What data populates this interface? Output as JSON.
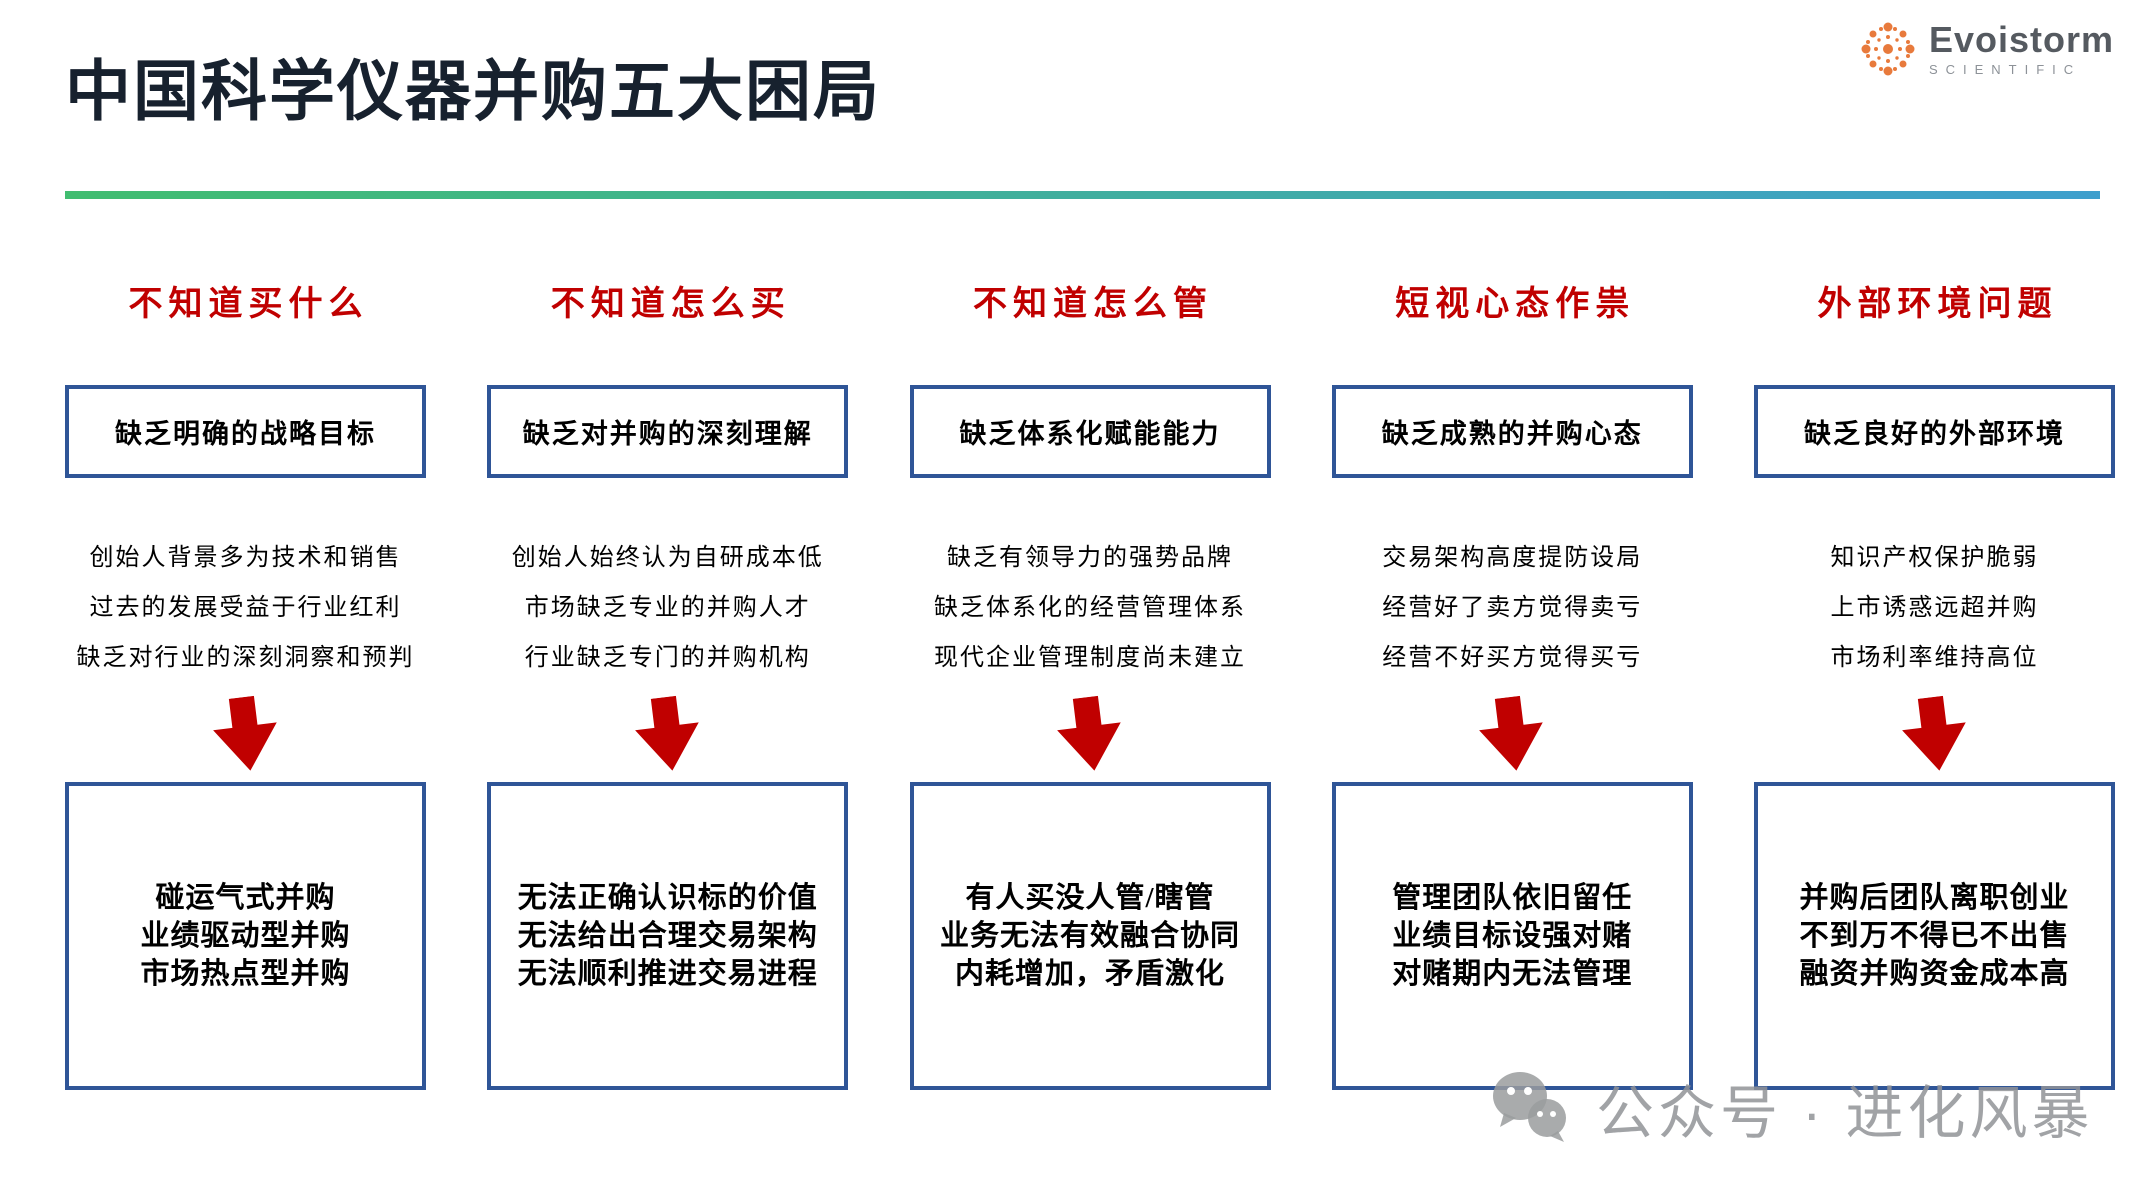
{
  "slide": {
    "title": "中国科学仪器并购五大困局",
    "logo": {
      "name": "Evoistorm",
      "sub": "SCIENTIFIC"
    },
    "watermark": "公众号 · 进化风暴"
  },
  "colors": {
    "title_navy": "#17212e",
    "accent_red": "#c00000",
    "box_border_blue": "#2f5597",
    "divider_gradient_start": "#41bd70",
    "divider_gradient_end": "#3f9fcd",
    "logo_orange": "#e87a3c",
    "watermark_gray": "#919396"
  },
  "columns": [
    {
      "header": "不知道买什么",
      "problem": "缺乏明确的战略目标",
      "causes": [
        "创始人背景多为技术和销售",
        "过去的发展受益于行业红利",
        "缺乏对行业的深刻洞察和预判"
      ],
      "results": [
        "碰运气式并购",
        "业绩驱动型并购",
        "市场热点型并购"
      ]
    },
    {
      "header": "不知道怎么买",
      "problem": "缺乏对并购的深刻理解",
      "causes": [
        "创始人始终认为自研成本低",
        "市场缺乏专业的并购人才",
        "行业缺乏专门的并购机构"
      ],
      "results": [
        "无法正确认识标的价值",
        "无法给出合理交易架构",
        "无法顺利推进交易进程"
      ]
    },
    {
      "header": "不知道怎么管",
      "problem": "缺乏体系化赋能能力",
      "causes": [
        "缺乏有领导力的强势品牌",
        "缺乏体系化的经营管理体系",
        "现代企业管理制度尚未建立"
      ],
      "results": [
        "有人买没人管/瞎管",
        "业务无法有效融合协同",
        "内耗增加，矛盾激化"
      ]
    },
    {
      "header": "短视心态作祟",
      "problem": "缺乏成熟的并购心态",
      "causes": [
        "交易架构高度提防设局",
        "经营好了卖方觉得卖亏",
        "经营不好买方觉得买亏"
      ],
      "results": [
        "管理团队依旧留任",
        "业绩目标设强对赌",
        "对赌期内无法管理"
      ]
    },
    {
      "header": "外部环境问题",
      "problem": "缺乏良好的外部环境",
      "causes": [
        "知识产权保护脆弱",
        "上市诱惑远超并购",
        "市场利率维持高位"
      ],
      "results": [
        "并购后团队离职创业",
        "不到万不得已不出售",
        "融资并购资金成本高"
      ]
    }
  ]
}
